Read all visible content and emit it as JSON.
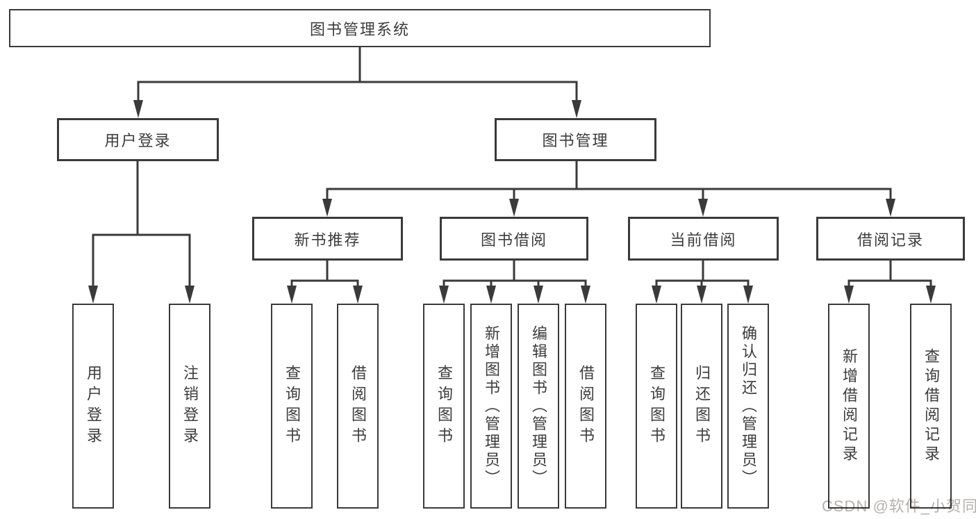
{
  "diagram": {
    "root": {
      "label": "图书管理系统"
    },
    "branches": [
      {
        "label": "用户登录",
        "children": [
          {
            "label": "用户登录"
          },
          {
            "label": "注销登录"
          }
        ]
      },
      {
        "label": "图书管理",
        "children": [
          {
            "label": "新书推荐",
            "children": [
              {
                "label": "查询图书"
              },
              {
                "label": "借阅图书"
              }
            ]
          },
          {
            "label": "图书借阅",
            "children": [
              {
                "label": "查询图书"
              },
              {
                "label": "新增图书（管理员）"
              },
              {
                "label": "编辑图书（管理员）"
              },
              {
                "label": "借阅图书"
              }
            ]
          },
          {
            "label": "当前借阅",
            "children": [
              {
                "label": "查询图书"
              },
              {
                "label": "归还图书"
              },
              {
                "label": "确认归还（管理员）"
              }
            ]
          },
          {
            "label": "借阅记录",
            "children": [
              {
                "label": "新增借阅记录"
              },
              {
                "label": "查询借阅记录"
              }
            ]
          }
        ]
      }
    ]
  },
  "watermark": {
    "text": "CSDN @软件_小贺同学"
  },
  "colors": {
    "line": "#3a3a3a",
    "box_border": "#3a3a3a",
    "text": "#3c3c3c",
    "watermark": "#b5b1ae",
    "background": "#ffffff"
  }
}
